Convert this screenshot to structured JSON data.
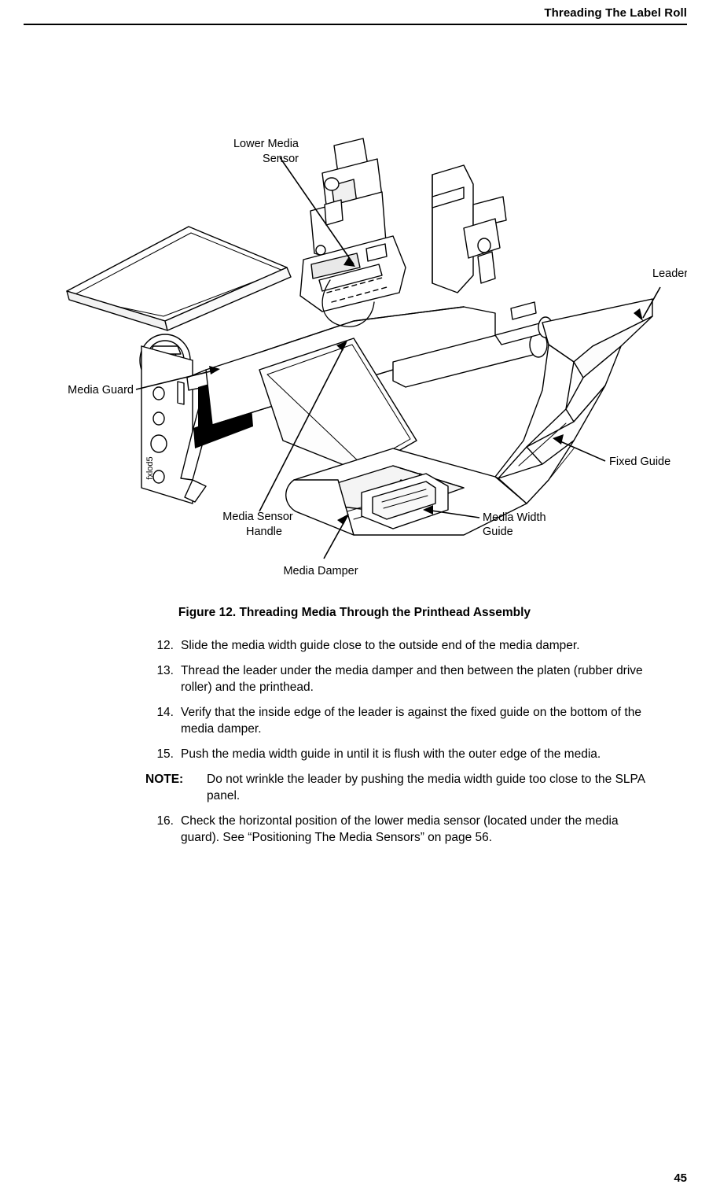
{
  "header": {
    "title": "Threading The Label Roll"
  },
  "figure": {
    "caption": "Figure 12. Threading Media Through the Printhead Assembly",
    "artwork_id": "fxlod5",
    "labels": {
      "lower_media_sensor_line1": "Lower Media",
      "lower_media_sensor_line2": "Sensor",
      "leader": "Leader",
      "media_guard": "Media Guard",
      "fixed_guide": "Fixed Guide",
      "media_sensor_line1": "Media Sensor",
      "media_sensor_line2": "Handle",
      "media_width_line1": "Media Width",
      "media_width_line2": "Guide",
      "media_damper": "Media Damper"
    }
  },
  "steps": [
    {
      "number": "12.",
      "text": "Slide the media width guide close to the outside end of the media damper."
    },
    {
      "number": "13.",
      "text": "Thread the leader under the media damper and then between the platen (rubber drive roller) and the printhead."
    },
    {
      "number": "14.",
      "text": "Verify that the inside edge of the leader is against the fixed guide on the bottom of the media damper."
    },
    {
      "number": "15.",
      "text": "Push the media width guide in until it is flush with the outer edge of the media."
    }
  ],
  "note": {
    "label": "NOTE:",
    "text": "Do not wrinkle the leader by pushing the media width guide too close to the SLPA panel."
  },
  "steps_after_note": [
    {
      "number": "16.",
      "text": "Check the horizontal position of the lower media sensor (located under the media guard). See “Positioning The Media Sensors” on page 56."
    }
  ],
  "footer": {
    "page_number": "45"
  }
}
